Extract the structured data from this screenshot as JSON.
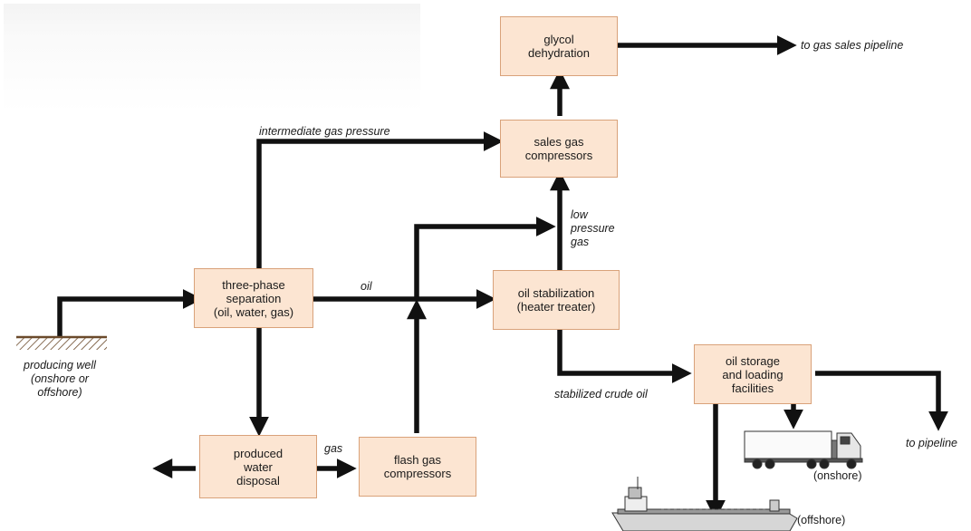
{
  "boxes": {
    "glycol": "glycol\ndehydration",
    "sales_gas": "sales gas\ncompressors",
    "three_phase": "three-phase\nseparation\n(oil, water, gas)",
    "oil_stab": "oil stabilization\n(heater treater)",
    "produced_water": "produced\nwater\ndisposal",
    "flash_gas": "flash gas\ncompressors",
    "oil_storage": "oil storage\nand loading\nfacilities"
  },
  "labels": {
    "to_gas_sales": "to gas sales pipeline",
    "intermediate": "intermediate gas pressure",
    "low_pressure": "low\npressure\ngas",
    "oil": "oil",
    "stabilized": "stabilized crude oil",
    "gas": "gas",
    "producing_well": "producing well\n(onshore or\noffshore)",
    "to_pipeline": "to pipeline",
    "onshore": "(onshore)",
    "offshore": "(offshore)"
  },
  "icons": [
    "producing-well-ground-icon",
    "truck-icon",
    "tanker-ship-icon"
  ],
  "colors": {
    "box_fill": "#fce5d2",
    "box_border": "#d9a27a",
    "arrow": "#111111"
  }
}
